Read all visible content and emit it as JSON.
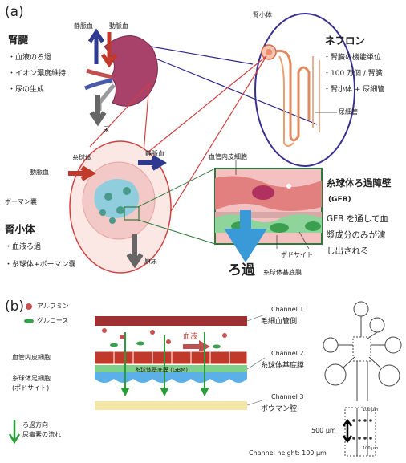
{
  "panel_a": {
    "label": "(a)",
    "kidney": {
      "title": "腎臓",
      "bullets": [
        "・血液のろ過",
        "・イオン濃度維持",
        "・尿の生成"
      ],
      "vein": "静脈血",
      "artery": "動脈血",
      "urine": "尿"
    },
    "nephron": {
      "title": "ネフロン",
      "renal_corpuscle": "腎小体",
      "bullets": [
        "・腎臓の機能単位",
        "・100 万個 / 腎臓",
        "・腎小体 + 尿細管"
      ],
      "tubule": "尿細管"
    },
    "corpuscle": {
      "glomerulus": "糸球体",
      "vein": "静脈血",
      "artery": "動脈血",
      "bowman": "ボーマン嚢",
      "title": "腎小体",
      "bullets": [
        "・血液ろ過",
        "・糸球体+ボーマン嚢"
      ],
      "primary_urine": "原尿"
    },
    "gfb": {
      "endothelial": "血管内皮細胞",
      "title": "糸球体ろ過障壁",
      "abbr": "(GFB)",
      "desc": [
        "GFB を通して血",
        "漿成分のみが濾",
        "し出される"
      ],
      "filtration": "ろ過",
      "podocyte": "ポドサイト",
      "gbm": "糸球体基底膜"
    }
  },
  "panel_b": {
    "label": "(b)",
    "legend": {
      "albumin": "アルブミン",
      "glucose": "グルコース",
      "filtration_dir": [
        "ろ過方向",
        "尿毒素の流れ"
      ]
    },
    "labels": {
      "blood": "血液",
      "endothelial": "血管内皮細胞",
      "gbm_inline": "糸球体基底膜 (GBM)",
      "podocyte": [
        "糸球体足細胞",
        "(ポドサイト)"
      ]
    },
    "channels": [
      {
        "name": "Channel 1",
        "desc": "毛細血管側"
      },
      {
        "name": "Channel 2",
        "desc": "糸球体基底膜"
      },
      {
        "name": "Channel 3",
        "desc": "ボウマン腔"
      }
    ],
    "dims": {
      "um100_a": "100 μm",
      "um100_b": "100 μm",
      "um500": "500 μm",
      "height": "Channel height: 100 μm"
    },
    "colors": {
      "blood": "#b03a3a",
      "endothelial": "#c0392b",
      "gbm": "#2e8b57",
      "podocyte": "#3a8fd0",
      "arrow": "#2a9d3a"
    }
  }
}
